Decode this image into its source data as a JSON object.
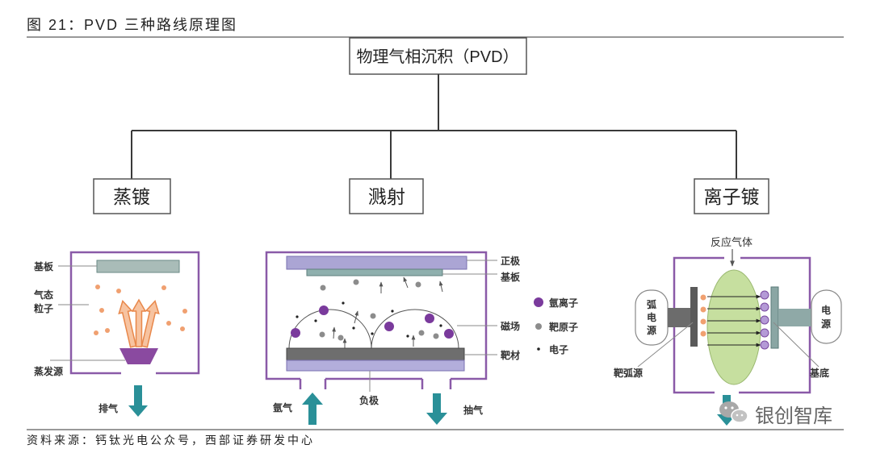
{
  "figure": {
    "title": "图 21：PVD 三种路线原理图",
    "source": "资料来源：钙钛光电公众号，西部证券研发中心",
    "watermark": "银创智库"
  },
  "tree": {
    "root": "物理气相沉积（PVD）",
    "branches": [
      "蒸镀",
      "溅射",
      "离子镀"
    ]
  },
  "evaporation": {
    "substrate_label": "基板",
    "gas_particles_label": [
      "气态",
      "粒子"
    ],
    "source_label": "蒸发源",
    "exhaust_label": "排气"
  },
  "sputtering": {
    "anode_label": "正极",
    "substrate_label": "基板",
    "magnetic_field_label": "磁场",
    "target_label": "靶材",
    "cathode_label": "负极",
    "gas_in_label": "氩气",
    "pump_label": "抽气",
    "legend": [
      {
        "label": "氩离子",
        "icon": "purple-dot"
      },
      {
        "label": "靶原子",
        "icon": "gray-dot"
      },
      {
        "label": "电子",
        "icon": "black-dot"
      }
    ]
  },
  "ion_plating": {
    "reactive_gas_label": "反应气体",
    "arc_power_label": [
      "弧",
      "电",
      "源"
    ],
    "power_label": [
      "电",
      "源"
    ],
    "arc_source_label": "靶弧源",
    "substrate_label": "基底"
  },
  "colors": {
    "chamber_outline": "#8a5aa8",
    "flow_arrow": "#2a9098",
    "evaporated_particle": "#f0a070",
    "argon_ion": "#7a3a9c",
    "target_atom": "#8c8c8c",
    "plasma": "#c6df9f"
  }
}
